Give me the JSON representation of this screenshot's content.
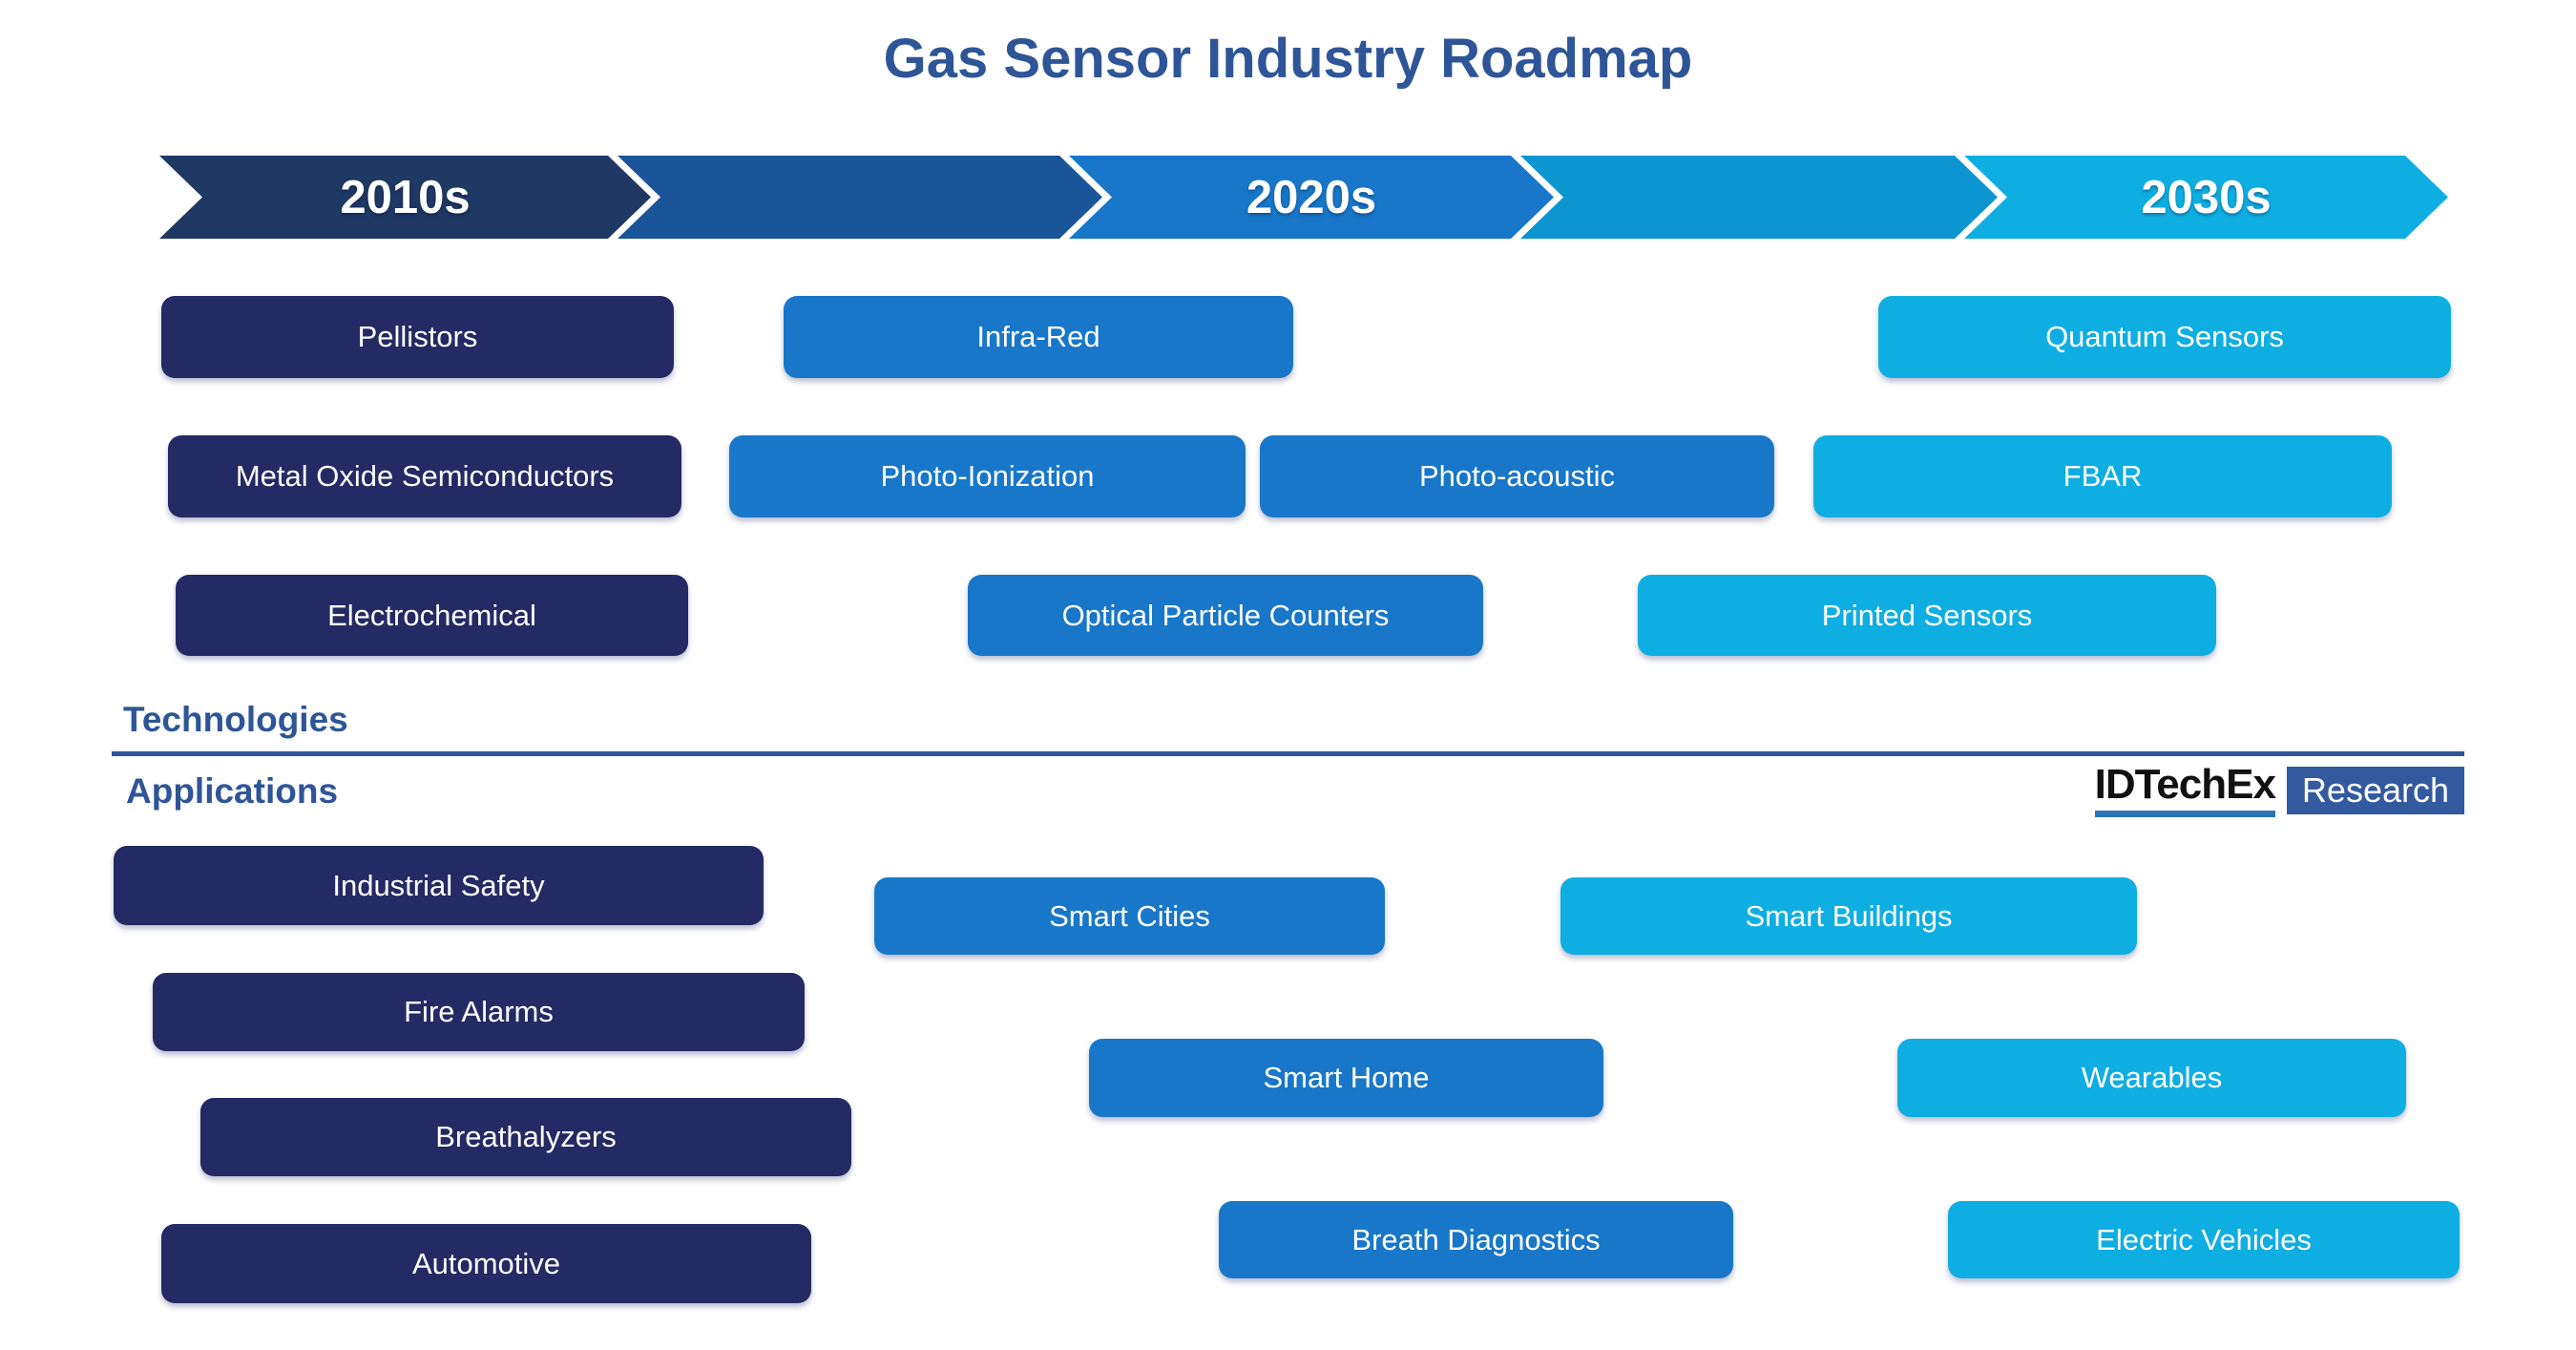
{
  "title": "Gas Sensor Industry Roadmap",
  "colors": {
    "title_text": "#2E5597",
    "navy_2010s": "#232A64",
    "blue_2020s": "#1877C8",
    "cyan_2030s": "#0FAEE2",
    "arrow_segments": [
      "#1F3864",
      "#1A5499",
      "#1877C8",
      "#0D95D2",
      "#0FAEE2"
    ],
    "divider": "#2E5597",
    "logo_underline": "#2E75B6",
    "logo_badge": "#33599F"
  },
  "timeline": {
    "segments": [
      {
        "label": "2010s"
      },
      {
        "label": ""
      },
      {
        "label": "2020s"
      },
      {
        "label": ""
      },
      {
        "label": "2030s"
      }
    ]
  },
  "sections": {
    "technologies_label": "Technologies",
    "applications_label": "Applications"
  },
  "logo": {
    "brand": "IDTechEx",
    "badge": "Research"
  },
  "technologies": [
    {
      "label": "Pellistors",
      "era": "2010s"
    },
    {
      "label": "Infra-Red",
      "era": "2020s"
    },
    {
      "label": "Quantum Sensors",
      "era": "2030s"
    },
    {
      "label": "Metal Oxide Semiconductors",
      "era": "2010s"
    },
    {
      "label": "Photo-Ionization",
      "era": "2020s"
    },
    {
      "label": "Photo-acoustic",
      "era": "2020s"
    },
    {
      "label": "FBAR",
      "era": "2030s"
    },
    {
      "label": "Electrochemical",
      "era": "2010s"
    },
    {
      "label": "Optical Particle Counters",
      "era": "2020s"
    },
    {
      "label": "Printed Sensors",
      "era": "2030s"
    }
  ],
  "applications": [
    {
      "label": "Industrial Safety",
      "era": "2010s"
    },
    {
      "label": "Smart Cities",
      "era": "2020s"
    },
    {
      "label": "Smart Buildings",
      "era": "2030s"
    },
    {
      "label": "Fire Alarms",
      "era": "2010s"
    },
    {
      "label": "Smart Home",
      "era": "2020s"
    },
    {
      "label": "Wearables",
      "era": "2030s"
    },
    {
      "label": "Breathalyzers",
      "era": "2010s"
    },
    {
      "label": "Breath Diagnostics",
      "era": "2020s"
    },
    {
      "label": "Electric Vehicles",
      "era": "2030s"
    },
    {
      "label": "Automotive",
      "era": "2010s"
    }
  ]
}
